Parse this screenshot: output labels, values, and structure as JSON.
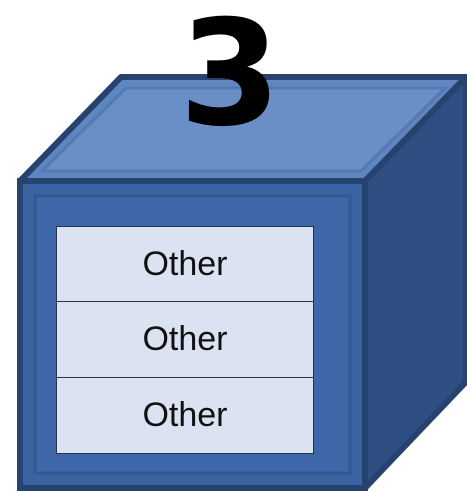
{
  "cube": {
    "number": "3",
    "colors": {
      "front": "#3a63a2",
      "front_inner": "#3d67a8",
      "top": "#5f86c0",
      "side": "#2f4f82",
      "edge": "#26436f",
      "slot_fill": "#dbe3f3"
    }
  },
  "slots": [
    {
      "label": "Other"
    },
    {
      "label": "Other"
    },
    {
      "label": "Other"
    }
  ]
}
